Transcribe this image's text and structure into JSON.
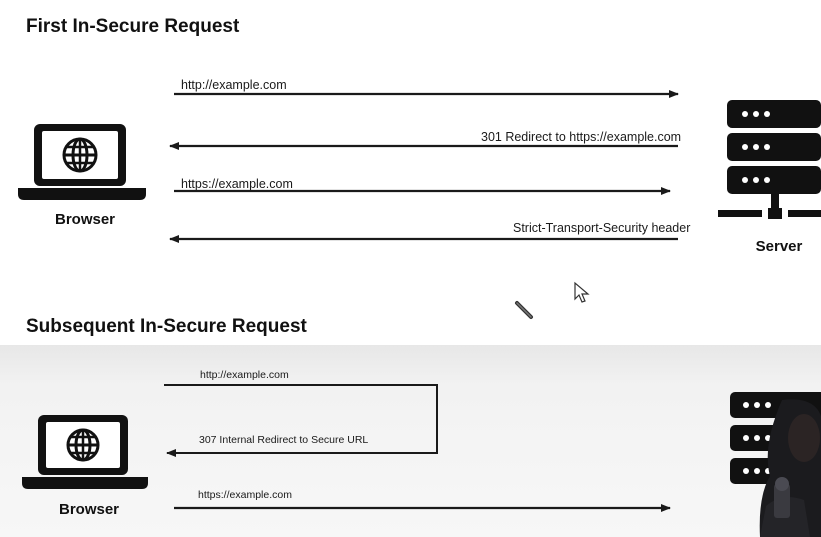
{
  "sections": [
    {
      "title": "First In-Secure Request",
      "browser_label": "Browser",
      "server_label": "Server",
      "messages": [
        "http://example.com",
        "301 Redirect to https://example.com",
        "https://example.com",
        "Strict-Transport-Security  header"
      ]
    },
    {
      "title": "Subsequent In-Secure Request",
      "browser_label": "Browser",
      "messages": [
        "http://example.com",
        "307 Internal Redirect to Secure URL",
        "https://example.com"
      ]
    }
  ],
  "icons": {
    "browser": "laptop-globe-icon",
    "server": "server-rack-icon",
    "cursor": "mouse-pointer-icon",
    "pen": "pen-cursor-icon"
  },
  "colors": {
    "ink": "#111111",
    "arrow": "#1a1a1a",
    "panel": "#f3f3f3"
  }
}
